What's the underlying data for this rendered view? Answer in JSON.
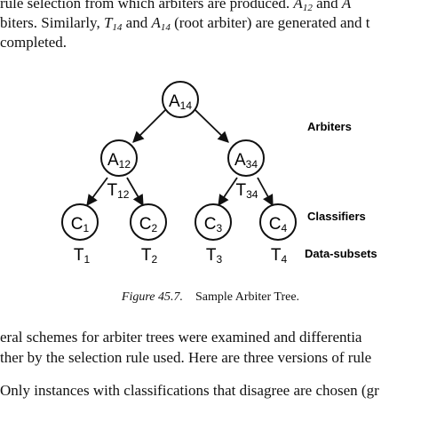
{
  "top_text": {
    "line1_prefix": "rule selection from which arbiters are produced.",
    "line1_m1": "A",
    "line1_m1_sub": "12",
    "line1_and": "and",
    "line1_m2": "A",
    "line2_prefix": "biters. Similarly,",
    "line2_m1": "T",
    "line2_m1_sub": "14",
    "line2_and": "and",
    "line2_m2": "A",
    "line2_m2_sub": "14",
    "line2_suffix": "(root arbiter) are generated and t",
    "line3": "completed."
  },
  "tree": {
    "root": {
      "main": "A",
      "sub": "14"
    },
    "arbiters": [
      {
        "main": "A",
        "sub": "12",
        "label_main": "T",
        "label_sub": "12"
      },
      {
        "main": "A",
        "sub": "34",
        "label_main": "T",
        "label_sub": "34"
      }
    ],
    "classifiers": [
      {
        "main": "C",
        "sub": "1",
        "label_main": "T",
        "label_sub": "1"
      },
      {
        "main": "C",
        "sub": "2",
        "label_main": "T",
        "label_sub": "2"
      },
      {
        "main": "C",
        "sub": "3",
        "label_main": "T",
        "label_sub": "3"
      },
      {
        "main": "C",
        "sub": "4",
        "label_main": "T",
        "label_sub": "4"
      }
    ],
    "legend": {
      "arbiters": "Arbiters",
      "classifiers": "Classifiers",
      "data_subsets": "Data-subsets"
    }
  },
  "caption": {
    "label": "Figure 45.7.",
    "text": "Sample Arbiter Tree."
  },
  "bottom_text": {
    "line1": "eral schemes for arbiter trees were examined and differentia",
    "line2": "ther by the selection rule used. Here are three versions of rule",
    "line3": "Only instances with classifications that disagree are chosen (gr"
  }
}
